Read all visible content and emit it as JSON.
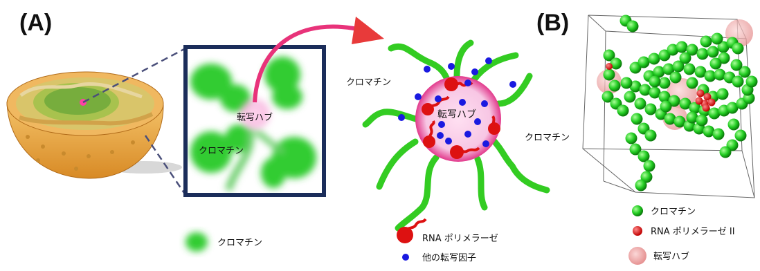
{
  "panels": {
    "a_label": "(A)",
    "b_label": "(B)"
  },
  "zoom_box": {
    "hub_label": "転写ハブ",
    "chromatin_label": "クロマチン"
  },
  "hub_detail": {
    "hub_label": "転写ハブ",
    "chromatin_left": "クロマチン",
    "chromatin_right": "クロマチン"
  },
  "legend_a": {
    "chromatin": "クロマチン",
    "rna_pol": "RNA ポリメラーゼ",
    "other_tf": "他の転写因子"
  },
  "legend_b": {
    "chromatin": "クロマチン",
    "rna_pol2": "RNA ポリメラーゼ II",
    "hub": "転写ハブ"
  },
  "colors": {
    "chromatin": "#33cc22",
    "rna_pol": "#dd1111",
    "other_tf": "#1111dd",
    "hub": "#f0a8a8",
    "box_border": "#1b2d5a",
    "arrow": "#e8337a"
  }
}
